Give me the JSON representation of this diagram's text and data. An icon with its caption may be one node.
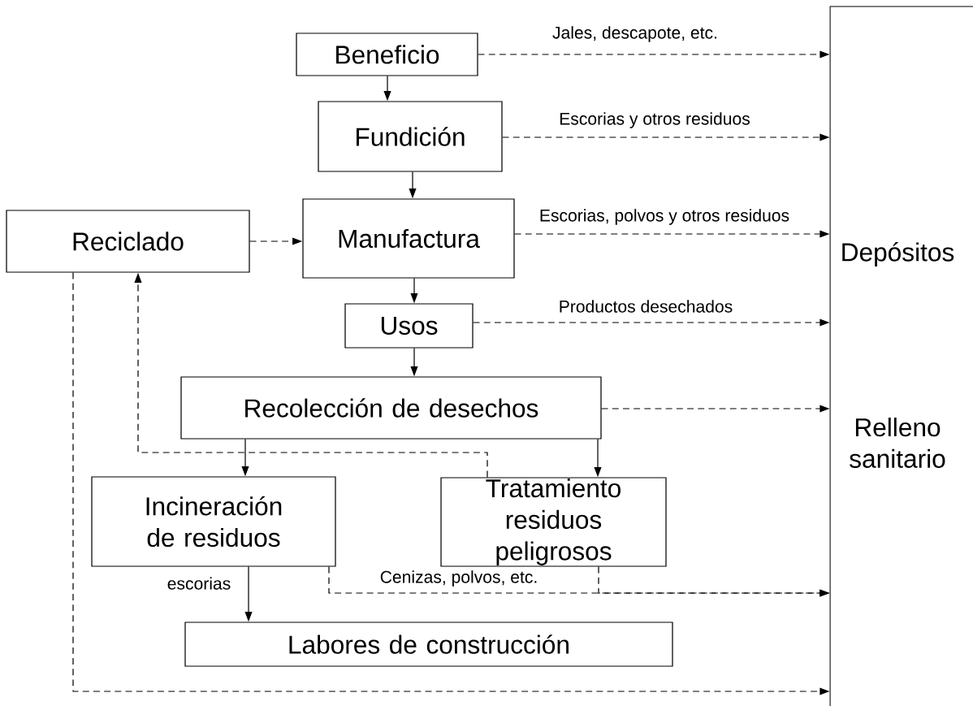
{
  "diagram": {
    "nodes": [
      {
        "text": [
          "Beneficio"
        ]
      },
      {
        "text": [
          "Fundición"
        ]
      },
      {
        "text": [
          "Reciclado"
        ]
      },
      {
        "text": [
          "Manufactura"
        ]
      },
      {
        "text": [
          "Usos"
        ]
      },
      {
        "text": [
          "Recolección de desechos"
        ]
      },
      {
        "text": [
          "Incineración de residuos"
        ]
      },
      {
        "text": [
          "Tratamiento residuos peligrosos"
        ]
      },
      {
        "text": [
          "Labores de construcción"
        ]
      },
      {
        "text": [
          "Depósitos",
          "Relleno sanitario"
        ]
      }
    ],
    "edges": [
      {
        "from": 0,
        "to": 1,
        "arrow": "to"
      },
      {
        "from": 1,
        "to": 3,
        "arrow": "to"
      },
      {
        "from": 3,
        "to": 4,
        "arrow": "to"
      },
      {
        "from": 4,
        "to": 5,
        "arrow": "to"
      },
      {
        "from": 5,
        "to": 6,
        "arrow": "to"
      },
      {
        "from": 5,
        "to": 7,
        "arrow": "to"
      },
      {
        "from": 6,
        "to": 8,
        "arrow": "to",
        "label": "escorias"
      },
      {
        "from": 2,
        "to": 3,
        "arrow": "to",
        "style": "dashed"
      },
      {
        "from": 0,
        "to": 9,
        "arrow": "to",
        "style": "dashed",
        "label": "Jales, descapote, etc."
      },
      {
        "from": 1,
        "to": 9,
        "arrow": "to",
        "style": "dashed",
        "label": "Escorias y otros residuos"
      },
      {
        "from": 3,
        "to": 9,
        "arrow": "to",
        "style": "dashed",
        "label": "Escorias, polvos  y otros residuos"
      },
      {
        "from": 4,
        "to": 9,
        "arrow": "to",
        "style": "dashed",
        "label": "Productos desechados"
      },
      {
        "from": 5,
        "to": 9,
        "arrow": "to",
        "style": "dashed"
      },
      {
        "from": 7,
        "to": 2,
        "arrow": "to",
        "style": "dashed"
      },
      {
        "from": 6,
        "to": 9,
        "arrow": "to",
        "style": "dashed",
        "label": "Cenizas, polvos, etc."
      },
      {
        "from": 7,
        "to": 9,
        "arrow": "to",
        "style": "dashed"
      },
      {
        "from": 2,
        "to": 9,
        "arrow": "to",
        "style": "dashed"
      }
    ]
  }
}
